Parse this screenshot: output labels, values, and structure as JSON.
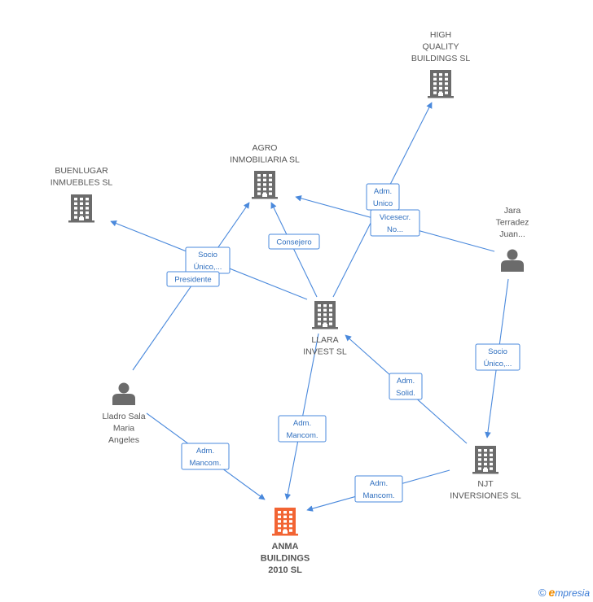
{
  "colors": {
    "edge": "#4a89dc",
    "company": "#6b6b6b",
    "person": "#6b6b6b",
    "focus": "#f26433"
  },
  "nodes": [
    {
      "id": "high",
      "type": "company",
      "lines": [
        "HIGH",
        "QUALITY",
        "BUILDINGS SL"
      ]
    },
    {
      "id": "agro",
      "type": "company",
      "lines": [
        "AGRO",
        "INMOBILIARIA SL"
      ]
    },
    {
      "id": "buen",
      "type": "company",
      "lines": [
        "BUENLUGAR",
        "INMUEBLES SL"
      ]
    },
    {
      "id": "jara",
      "type": "person",
      "lines": [
        "Jara",
        "Terradez",
        "Juan..."
      ]
    },
    {
      "id": "llara",
      "type": "company",
      "lines": [
        "LLARA",
        "INVEST SL"
      ]
    },
    {
      "id": "lladro",
      "type": "person",
      "lines": [
        "Lladro Sala",
        "Maria",
        "Angeles"
      ]
    },
    {
      "id": "njt",
      "type": "company",
      "lines": [
        "NJT",
        "INVERSIONES SL"
      ]
    },
    {
      "id": "anma",
      "type": "focus",
      "lines": [
        "ANMA",
        "BUILDINGS",
        "2010 SL"
      ]
    }
  ],
  "edges": [
    {
      "from": "llara",
      "to": "high",
      "label": [
        "Adm.",
        "Unico"
      ]
    },
    {
      "from": "jara",
      "to": "agro",
      "label": [
        "Vicesecr.",
        "No..."
      ]
    },
    {
      "from": "llara",
      "to": "agro",
      "label": [
        "Consejero"
      ]
    },
    {
      "from": "llara",
      "to": "buen",
      "label": [
        "Socio",
        "Único,..."
      ]
    },
    {
      "from": "lladro",
      "to": "agro",
      "label": [
        "Presidente"
      ]
    },
    {
      "from": "jara",
      "to": "njt",
      "label": [
        "Socio",
        "Único,..."
      ]
    },
    {
      "from": "njt",
      "to": "llara",
      "label": [
        "Adm.",
        "Solid."
      ]
    },
    {
      "from": "llara",
      "to": "anma",
      "label": [
        "Adm.",
        "Mancom."
      ]
    },
    {
      "from": "lladro",
      "to": "anma",
      "label": [
        "Adm.",
        "Mancom."
      ]
    },
    {
      "from": "njt",
      "to": "anma",
      "label": [
        "Adm.",
        "Mancom."
      ]
    }
  ],
  "footer": {
    "copyright": "©",
    "brand_initial": "e",
    "brand_rest": "mpresia"
  }
}
